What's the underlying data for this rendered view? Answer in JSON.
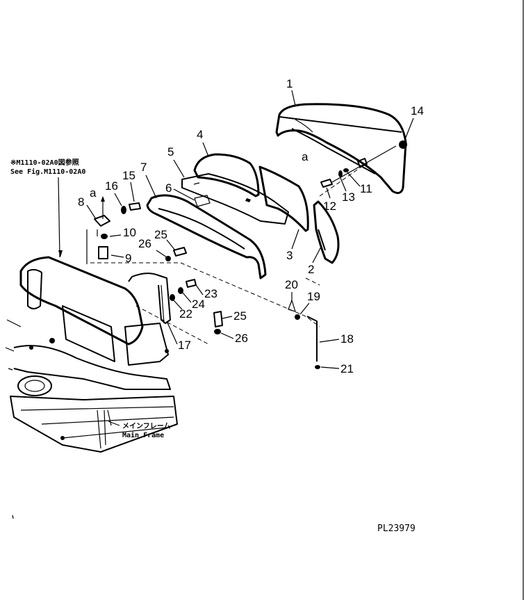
{
  "figure": {
    "plate_id": "PL23979",
    "ref_note_jp": "※M1110-02A0図参照",
    "ref_note_en": "See Fig.M1110-02A0",
    "main_frame_jp": "メインフレーム",
    "main_frame_en": "Main Frame",
    "detail_mark": "a"
  },
  "callouts": [
    "1",
    "2",
    "3",
    "4",
    "5",
    "6",
    "7",
    "8",
    "9",
    "10",
    "11",
    "12",
    "13",
    "14",
    "15",
    "16",
    "17",
    "18",
    "19",
    "20",
    "21",
    "22",
    "23",
    "24",
    "25",
    "25",
    "26",
    "26"
  ]
}
